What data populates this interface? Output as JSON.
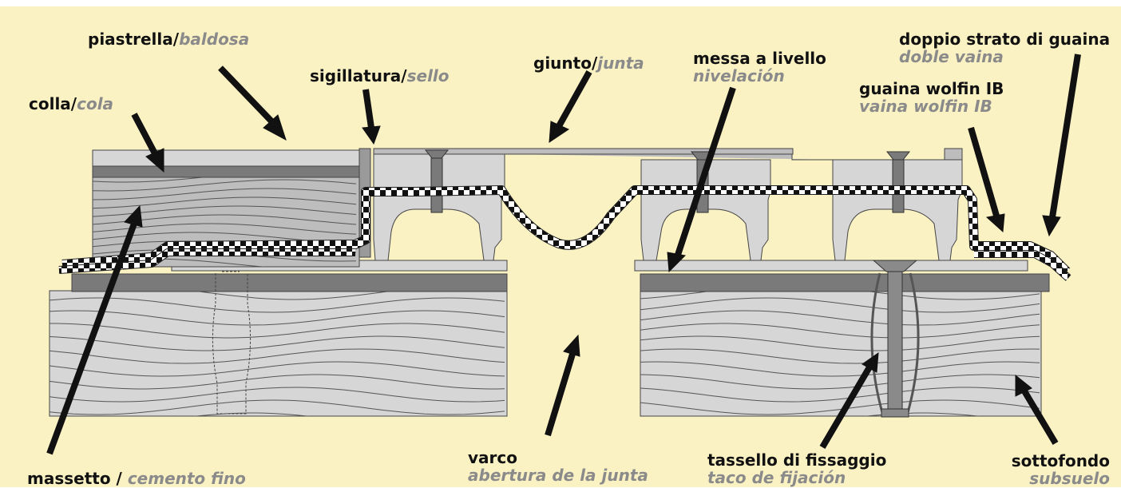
{
  "colors": {
    "background": "#fbf2c4",
    "panel_light": "#d6d6d6",
    "panel_mid": "#bdbdbd",
    "panel_dark": "#7a7a7a",
    "arrow": "#111111",
    "translation_text": "#8a8a8a"
  },
  "labels": {
    "tile": {
      "it": "piastrella/",
      "es": "baldosa"
    },
    "glue": {
      "it": "colla/",
      "es": "cola"
    },
    "seal": {
      "it": "sigillatura/",
      "es": "sello"
    },
    "joint": {
      "it": "giunto/",
      "es": "junta"
    },
    "leveling": {
      "it": "messa a livello",
      "es": "nivelación"
    },
    "double_sheath": {
      "it": "doppio strato di guaina",
      "es": "doble vaina"
    },
    "wolfin_sheath": {
      "it": "guaina wolfin IB",
      "es": "vaina wolfin IB"
    },
    "screed": {
      "it": "massetto / ",
      "es": "cemento fino"
    },
    "gap": {
      "it": "varco",
      "es": "abertura de la junta"
    },
    "anchor": {
      "it": "tassello di fissaggio",
      "es": "taco de fijación"
    },
    "subfloor": {
      "it": "sottofondo",
      "es": "subsuelo"
    }
  }
}
